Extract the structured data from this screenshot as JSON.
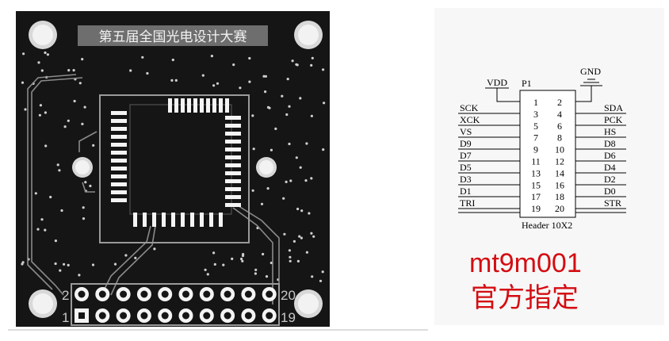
{
  "board": {
    "silk_title": "第五届全国光电设计大赛",
    "header_labels": {
      "top_left": "2",
      "top_right": "20",
      "bottom_left": "1",
      "bottom_right": "19"
    }
  },
  "schematic": {
    "designator": "P1",
    "part_name": "Header 10X2",
    "power_label": "VDD",
    "ground_label": "GND",
    "left_nets": [
      "SCK",
      "XCK",
      "VS",
      "D9",
      "D7",
      "D5",
      "D3",
      "D1",
      "TRI"
    ],
    "right_nets": [
      "SDA",
      "PCK",
      "HS",
      "D8",
      "D6",
      "D4",
      "D2",
      "D0",
      "STR"
    ],
    "odd_pins": [
      "1",
      "3",
      "5",
      "7",
      "9",
      "11",
      "13",
      "15",
      "17",
      "19"
    ],
    "even_pins": [
      "2",
      "4",
      "6",
      "8",
      "10",
      "12",
      "14",
      "16",
      "18",
      "20"
    ]
  },
  "caption": {
    "name": "mt9m001",
    "subtitle": "官方指定"
  },
  "colors": {
    "board": "#151515",
    "silkscreen": "#c8c8c8",
    "caption": "#d40d12"
  }
}
